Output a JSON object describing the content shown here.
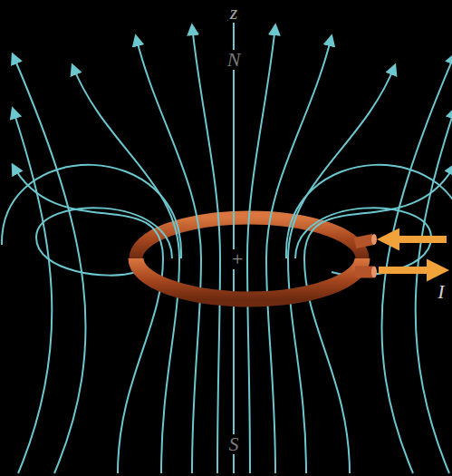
{
  "diagram": {
    "labels": [
      "z",
      "N",
      "S",
      "+",
      "I"
    ]
  }
}
